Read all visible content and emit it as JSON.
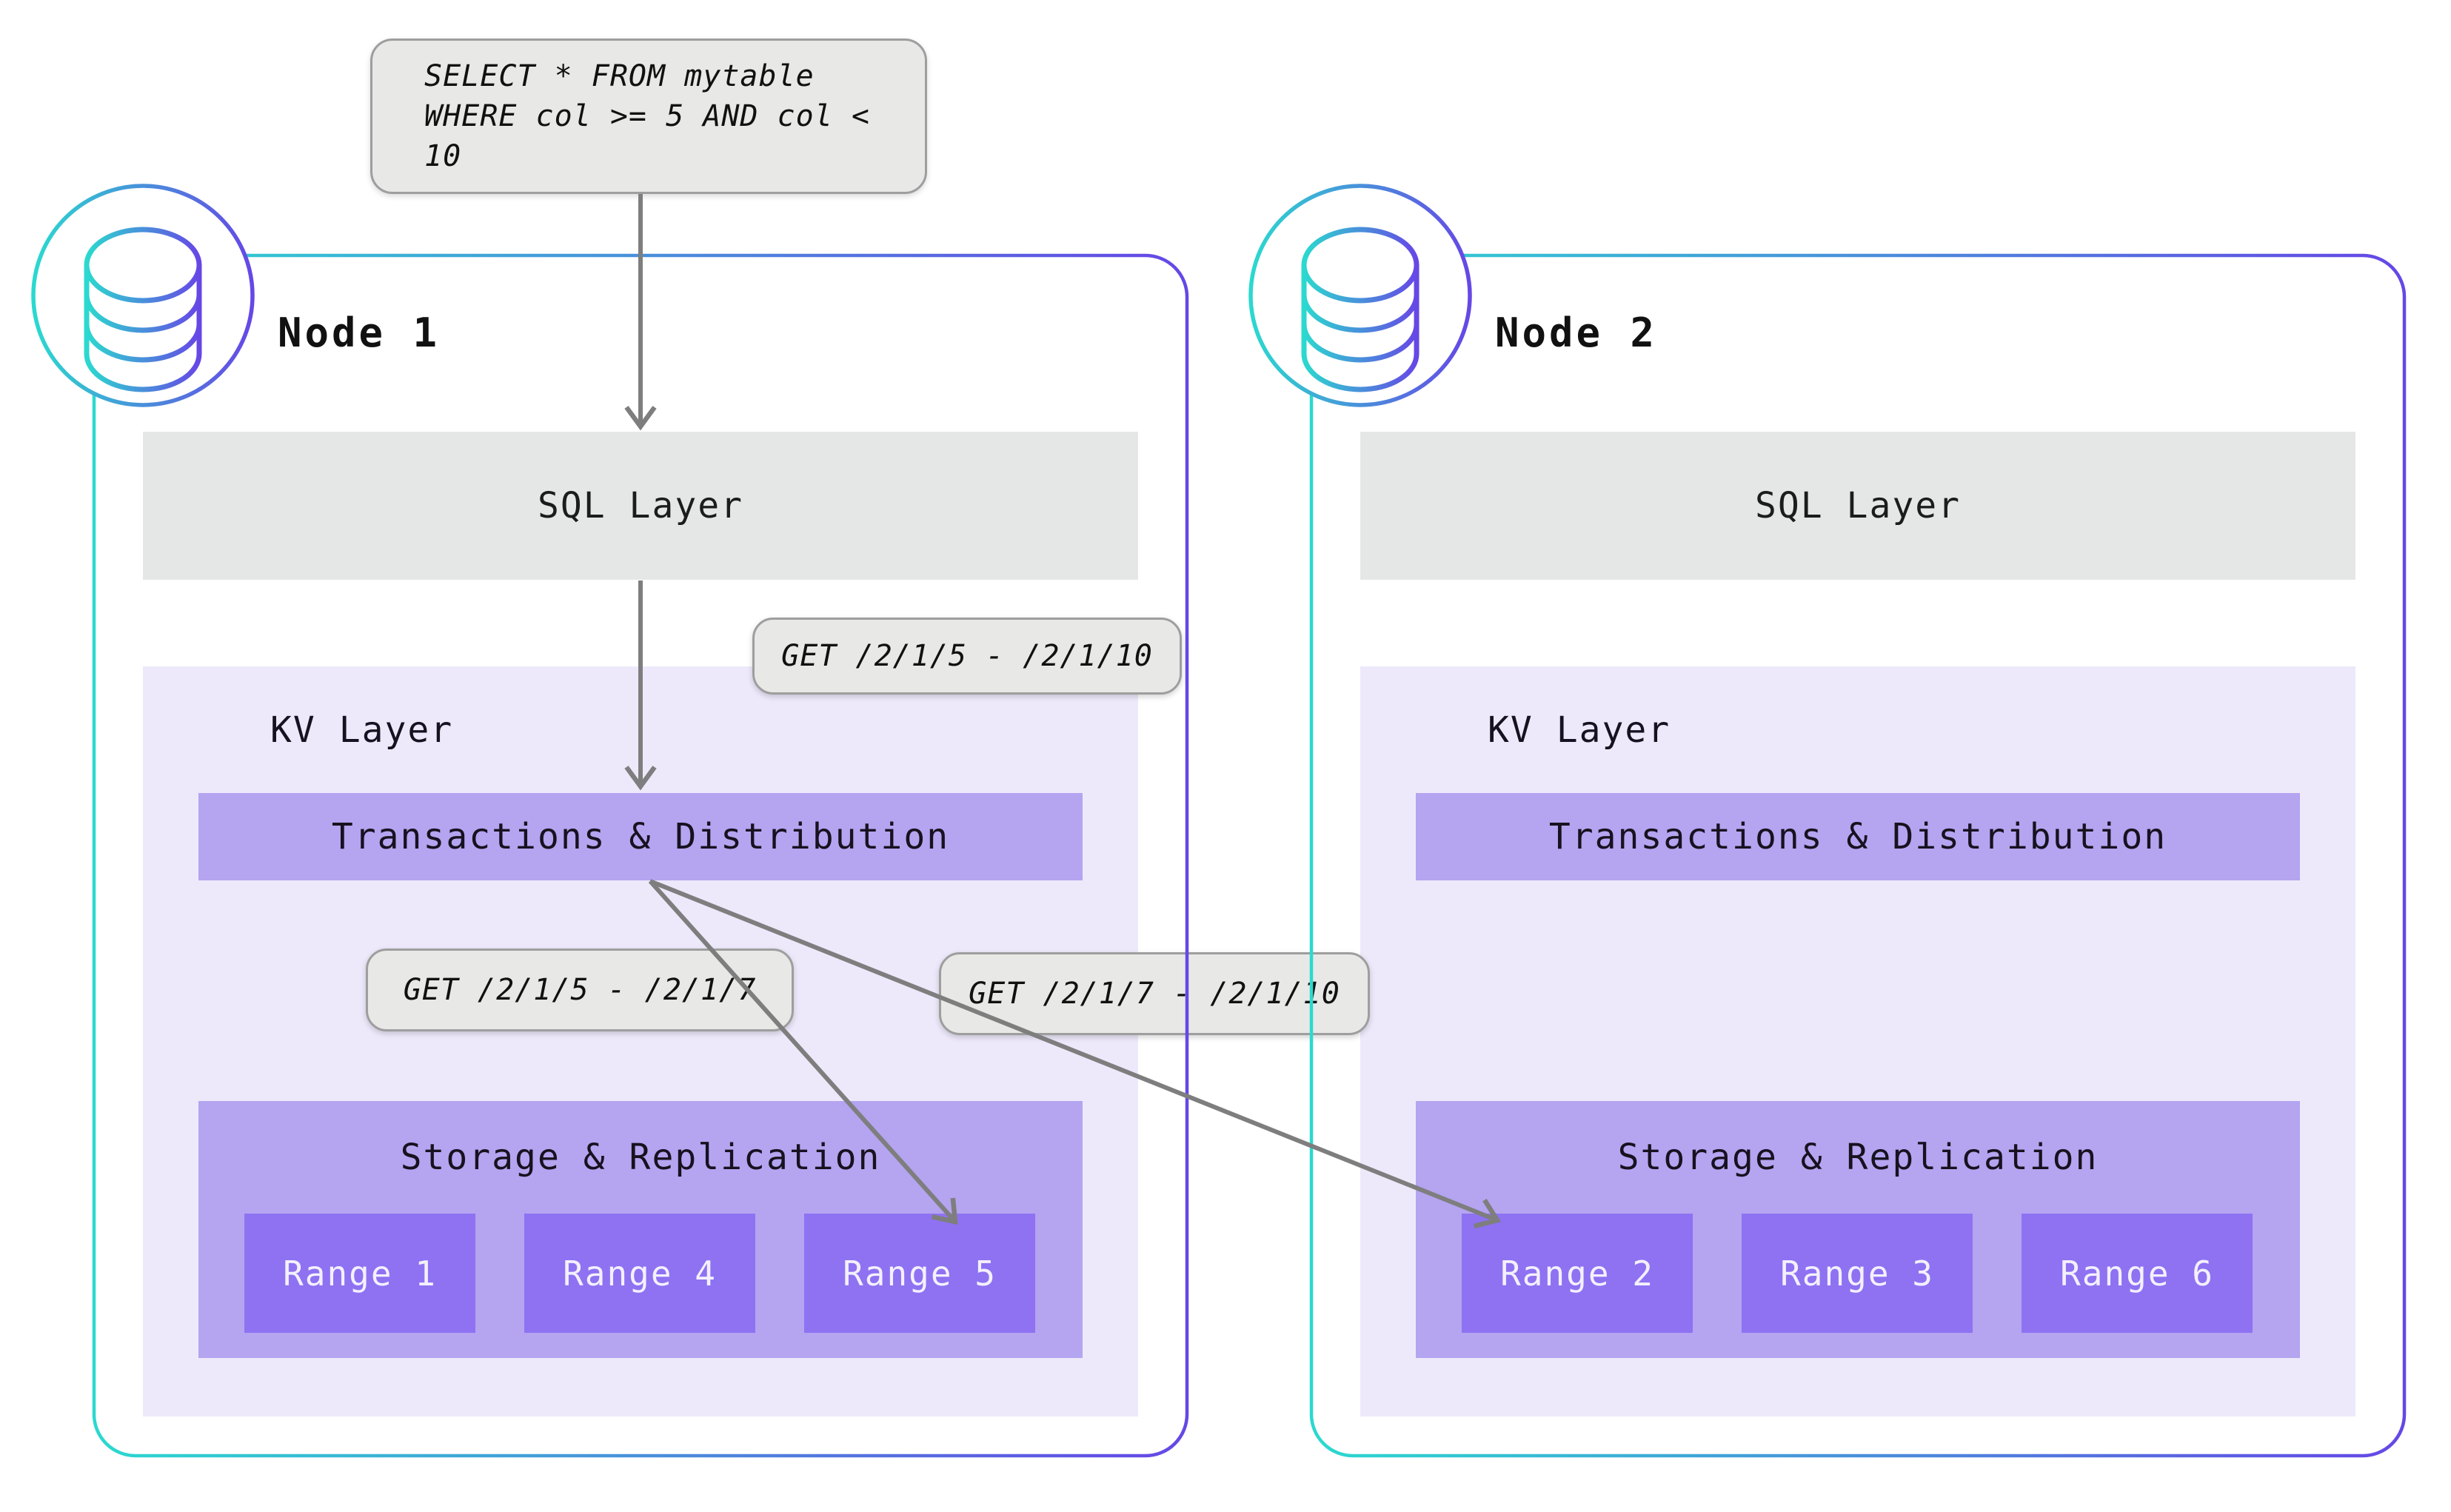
{
  "query": {
    "line1": "SELECT * FROM mytable",
    "line2": "WHERE col >= 5 AND col < 10"
  },
  "callouts": {
    "sql_to_kv": "GET /2/1/5 - /2/1/10",
    "to_range5": "GET /2/1/5 - /2/1/7",
    "to_range2": "GET /2/1/7 - /2/1/10"
  },
  "nodes": [
    {
      "title": "Node 1",
      "sql": "SQL Layer",
      "kv": "KV Layer",
      "transactions": "Transactions & Distribution",
      "storage": "Storage & Replication",
      "ranges": [
        "Range 1",
        "Range 4",
        "Range 5"
      ]
    },
    {
      "title": "Node 2",
      "sql": "SQL Layer",
      "kv": "KV Layer",
      "transactions": "Transactions & Distribution",
      "storage": "Storage & Replication",
      "ranges": [
        "Range 2",
        "Range 3",
        "Range 6"
      ]
    }
  ],
  "colors": {
    "accent_start": "#2bd9cf",
    "accent_end": "#6647e6",
    "layer_gray": "#e5e7e6",
    "kv_lavender": "#ede9fb",
    "purple_mid": "#b5a4f0",
    "purple_range": "#8e72f2",
    "arrow_gray": "#7e7e7e",
    "callout_gray": "#e8e9e7",
    "callout_border": "#9e9e9e"
  }
}
